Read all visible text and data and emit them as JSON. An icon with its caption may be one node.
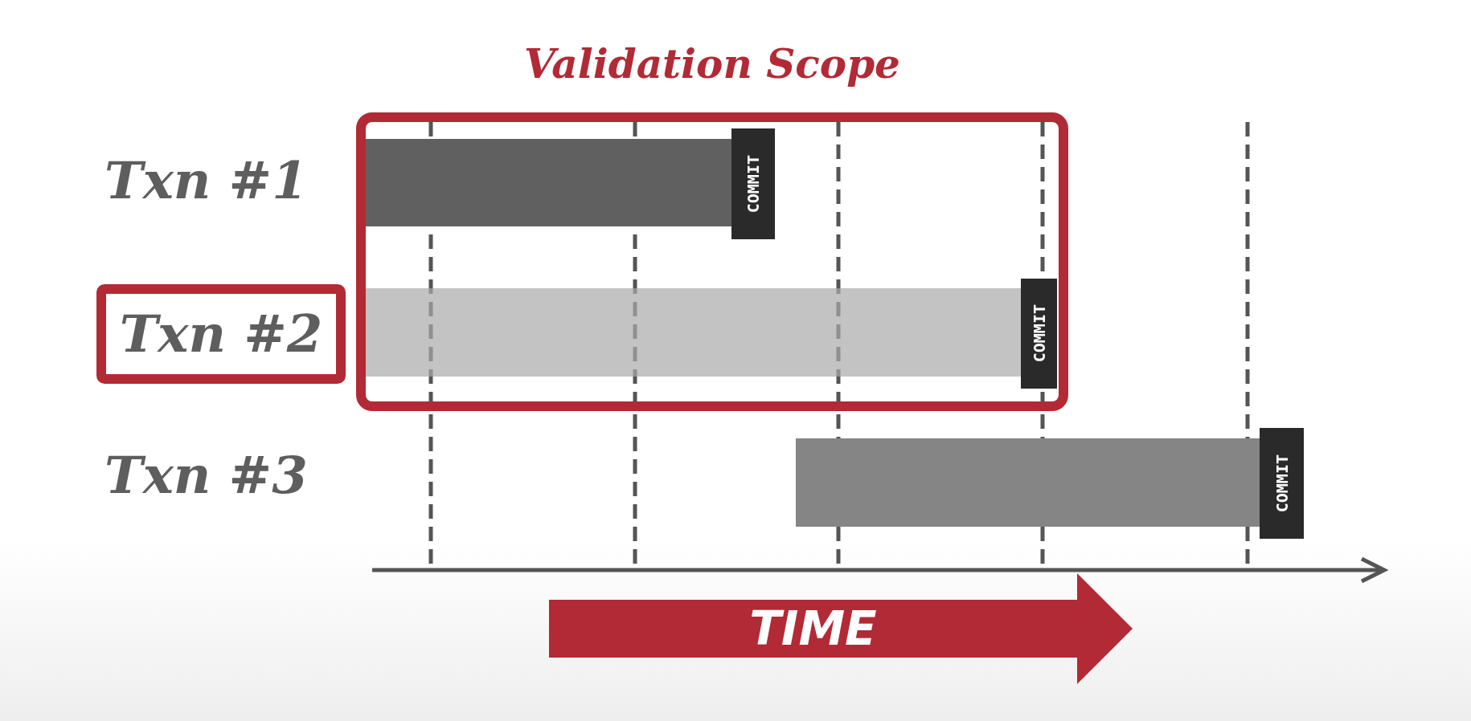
{
  "diagram": {
    "nodes": [
      {
        "text": [
          "Validation Scope"
        ]
      },
      {
        "text": [],
        "shape": "bar",
        "in": 0
      },
      {
        "text": [
          "COMMIT"
        ],
        "in": 0
      },
      {
        "text": [
          "Txn #2"
        ]
      },
      {
        "text": [],
        "shape": "bar",
        "in": 0
      },
      {
        "text": [
          "COMMIT"
        ],
        "in": 0
      },
      {
        "text": [],
        "shape": "bar"
      },
      {
        "text": [
          "COMMIT"
        ]
      },
      {
        "text": [
          "TIME"
        ]
      }
    ],
    "edges": [],
    "labels": [
      "Txn #1",
      "Txn #3"
    ]
  }
}
